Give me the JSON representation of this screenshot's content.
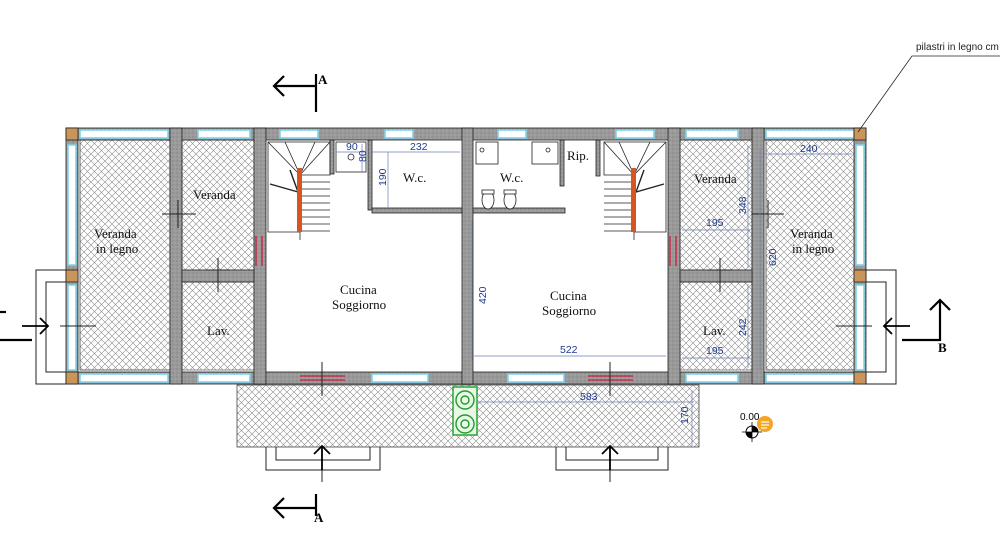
{
  "rooms": {
    "veranda_legno_left_l1": "Veranda",
    "veranda_legno_left_l2": "in legno",
    "veranda_left": "Veranda",
    "lav_left": "Lav.",
    "wc_left": "W.c.",
    "cucina_left_l1": "Cucina",
    "cucina_left_l2": "Soggiorno",
    "wc_right": "W.c.",
    "rip": "Rip.",
    "cucina_right_l1": "Cucina",
    "cucina_right_l2": "Soggiorno",
    "veranda_right": "Veranda",
    "lav_right": "Lav.",
    "veranda_legno_right_l1": "Veranda",
    "veranda_legno_right_l2": "in legno"
  },
  "dimensions": {
    "d90": "90",
    "d80": "80",
    "d232": "232",
    "d190": "190",
    "d420": "420",
    "d522": "522",
    "d583": "583",
    "d170": "170",
    "d240": "240",
    "d348": "348",
    "d195_top": "195",
    "d620": "620",
    "d242": "242",
    "d195_bottom": "195"
  },
  "sections": {
    "top_a": "A",
    "bottom_a": "A",
    "right_b": "B"
  },
  "annotations": {
    "pillars_note": "pilastri in legno cm",
    "elevation": "0.00"
  },
  "colors": {
    "wall": "#8a8a8a",
    "wall_stroke": "#222222",
    "window_glass": "#7fd3ea",
    "dimension": "#1b3c8c",
    "door": "#c8304a",
    "pillar": "#c9955a",
    "stair_rail": "#d9541e",
    "plant": "#1f9e2a",
    "marker": "#f2a623"
  }
}
